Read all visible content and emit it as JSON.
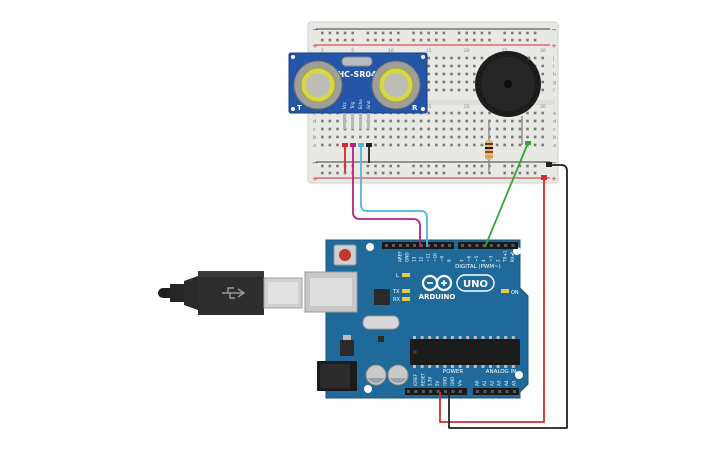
{
  "sensor": {
    "model": "HC-SR04",
    "left_mark": "T",
    "right_mark": "R",
    "pins": [
      "Vcc",
      "Trig",
      "Echo",
      "Gnd"
    ]
  },
  "breadboard": {
    "col_numbers": [
      "1",
      "",
      "",
      "",
      "5",
      "",
      "",
      "",
      "",
      "10",
      "",
      "",
      "",
      "",
      "15",
      "",
      "",
      "",
      "",
      "20",
      "",
      "",
      "",
      "",
      "25",
      "",
      "",
      "",
      "",
      "30"
    ],
    "row_letters_top": [
      "j",
      "i",
      "h",
      "g",
      "f"
    ],
    "row_letters_bottom": [
      "e",
      "d",
      "c",
      "b",
      "a"
    ]
  },
  "arduino": {
    "brand": "ARDUINO",
    "model": "UNO",
    "digital_label": "DIGITAL (PWM~)",
    "analog_label": "ANALOG IN",
    "power_label": "POWER",
    "on_label": "ON",
    "tx_label": "TX",
    "rx_label": "RX",
    "l_label": "L",
    "digital_pins": [
      "AREF",
      "GND",
      "13",
      "12",
      "~11",
      "~10",
      "~9",
      "8",
      "7",
      "~6",
      "~5",
      "4",
      "~3",
      "2",
      "TX➜1",
      "RX◂0"
    ],
    "power_pins": [
      "IOREF",
      "RESET",
      "3.3V",
      "5V",
      "GND",
      "GND",
      "Vin"
    ],
    "analog_pins": [
      "A0",
      "A1",
      "A2",
      "A3",
      "A4",
      "A5"
    ]
  },
  "colors": {
    "board_blue": "#1f6a9a",
    "breadboard": "#e9e9e6",
    "wire_red": "#d42a2a",
    "wire_black": "#222222",
    "wire_magenta": "#b4237c",
    "wire_cyan": "#4fb6d9",
    "wire_green": "#34a534",
    "sensor_blue": "#2455a6"
  },
  "icons": [
    "usb-cable-icon",
    "buzzer-icon",
    "resistor-icon",
    "infinity-logo-icon"
  ]
}
